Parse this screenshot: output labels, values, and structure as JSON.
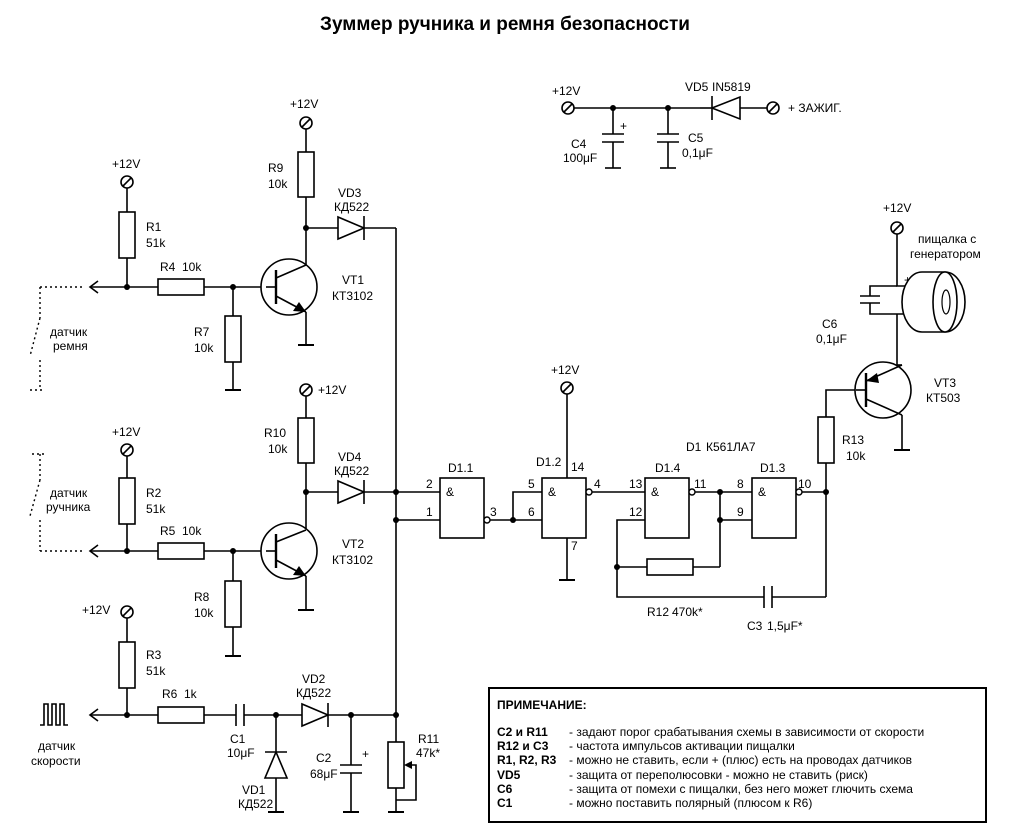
{
  "title": "Зуммер ручника и ремня безопасности",
  "supply": {
    "label": "+12V",
    "ignition": "+ ЗАЖИГ."
  },
  "components": {
    "R1": {
      "name": "R1",
      "value": "51k"
    },
    "R2": {
      "name": "R2",
      "value": "51k"
    },
    "R3": {
      "name": "R3",
      "value": "51k"
    },
    "R4": {
      "name": "R4",
      "value": "10k"
    },
    "R5": {
      "name": "R5",
      "value": "10k"
    },
    "R6": {
      "name": "R6",
      "value": "1k"
    },
    "R7": {
      "name": "R7",
      "value": "10k"
    },
    "R8": {
      "name": "R8",
      "value": "10k"
    },
    "R9": {
      "name": "R9",
      "value": "10k"
    },
    "R10": {
      "name": "R10",
      "value": "10k"
    },
    "R11": {
      "name": "R11",
      "value": "47k*"
    },
    "R12": {
      "name": "R12",
      "value": "470k*"
    },
    "R13": {
      "name": "R13",
      "value": "10k"
    },
    "C1": {
      "name": "C1",
      "value": "10μF"
    },
    "C2": {
      "name": "C2",
      "value": "68μF"
    },
    "C3": {
      "name": "C3",
      "value": "1,5μF*"
    },
    "C4": {
      "name": "C4",
      "value": "100μF"
    },
    "C5": {
      "name": "C5",
      "value": "0,1μF"
    },
    "C6": {
      "name": "C6",
      "value": "0,1μF"
    },
    "VD1": {
      "name": "VD1",
      "value": "КД522"
    },
    "VD2": {
      "name": "VD2",
      "value": "КД522"
    },
    "VD3": {
      "name": "VD3",
      "value": "КД522"
    },
    "VD4": {
      "name": "VD4",
      "value": "КД522"
    },
    "VD5": {
      "name": "VD5",
      "value": "IN5819"
    },
    "VT1": {
      "name": "VT1",
      "value": "КТ3102"
    },
    "VT2": {
      "name": "VT2",
      "value": "КТ3102"
    },
    "VT3": {
      "name": "VT3",
      "value": "КТ503"
    },
    "D1": {
      "name": "D1",
      "value": "К561ЛА7"
    },
    "D1_1": "D1.1",
    "D1_2": "D1.2",
    "D1_3": "D1.3",
    "D1_4": "D1.4"
  },
  "pins": {
    "p1": "1",
    "p2": "2",
    "p3": "3",
    "p4": "4",
    "p5": "5",
    "p6": "6",
    "p7": "7",
    "p8": "8",
    "p9": "9",
    "p10": "10",
    "p11": "11",
    "p12": "12",
    "p13": "13",
    "p14": "14",
    "gate": "&",
    "plus": "+"
  },
  "sensors": {
    "belt": [
      "датчик",
      "ремня"
    ],
    "handbrake": [
      "датчик",
      "ручника"
    ],
    "speed": [
      "датчик",
      "скорости"
    ],
    "buzzer": [
      "пищалка с",
      "генератором"
    ]
  },
  "note": {
    "heading": "ПРИМЕЧАНИЕ:",
    "rows": [
      {
        "key": "C2 и R11",
        "text": "- задают порог срабатывания схемы в зависимости от скорости"
      },
      {
        "key": "R12 и C3",
        "text": "- частота импульсов активации пищалки"
      },
      {
        "key": "R1, R2, R3",
        "text": "- можно не ставить, если + (плюс) есть на проводах датчиков"
      },
      {
        "key": "VD5",
        "text": "- защита от переполюсовки - можно не ставить (риск)"
      },
      {
        "key": "C6",
        "text": "- защита от помехи с пищалки, без него может глючить схема"
      },
      {
        "key": "C1",
        "text": "- можно поставить полярный (плюсом к R6)"
      }
    ]
  }
}
